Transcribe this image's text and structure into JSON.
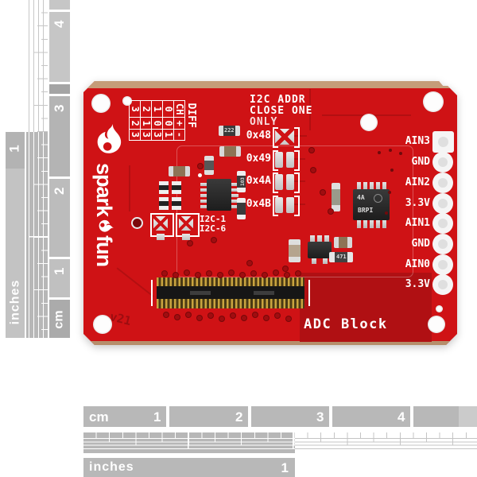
{
  "rulers": {
    "left": {
      "cm_unit": "cm",
      "cm_labels": [
        "4",
        "3",
        "2",
        "1"
      ],
      "inch_unit": "inches",
      "inch_label": "1"
    },
    "bottom": {
      "cm_unit": "cm",
      "cm_labels": [
        "1",
        "2",
        "3",
        "4"
      ],
      "inch_unit": "inches",
      "inch_label": "1"
    }
  },
  "board": {
    "silk": {
      "note_line1": "I2C ADDR",
      "note_line2": "CLOSE ONE",
      "note_line3": "ONLY",
      "addr_jumpers": [
        "0x48",
        "0x49",
        "0x4A",
        "0x4B"
      ],
      "i2c_jumper_labels": [
        "I2C-1",
        "I2C-6"
      ],
      "pin_labels": [
        "AIN3",
        "GND",
        "AIN2",
        "3.3V",
        "AIN1",
        "GND",
        "AIN0",
        "3.3V"
      ],
      "product_label": "ADC Block",
      "brand_start": "spark",
      "brand_end": "fun",
      "version": "v21",
      "diff_table": {
        "title": "DIFF",
        "header": [
          "CH",
          "+",
          "-"
        ],
        "rows": [
          [
            "0",
            "0",
            "1"
          ],
          [
            "1",
            "0",
            "3"
          ],
          [
            "2",
            "1",
            "3"
          ],
          [
            "3",
            "2",
            "3"
          ]
        ]
      }
    },
    "ic_markings": {
      "line1": "4A",
      "line2": "BRPI"
    },
    "passive_markings": {
      "r1": "222",
      "r2": "471",
      "r3": "103"
    },
    "colors": {
      "pcb_red": "#cf1215",
      "pcb_dark": "#b01013",
      "silk": "#ffffff"
    }
  }
}
